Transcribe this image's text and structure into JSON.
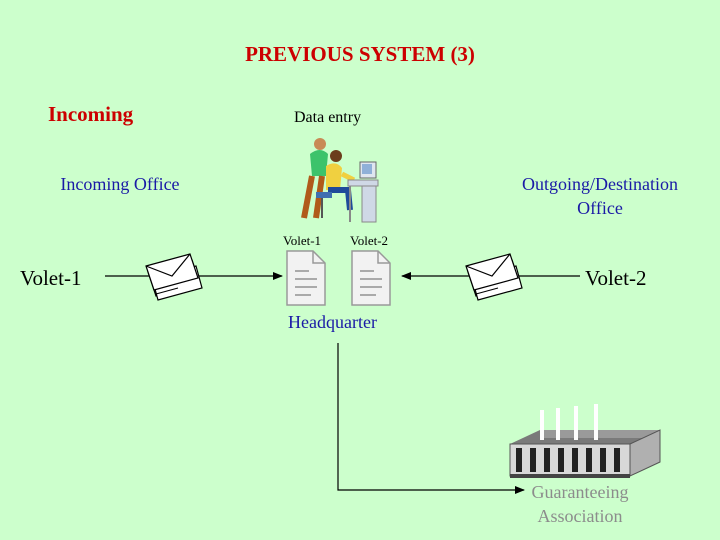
{
  "title": "PREVIOUS SYSTEM (3)",
  "incoming_label": "Incoming",
  "data_entry_label": "Data entry",
  "incoming_office": "Incoming Office",
  "outgoing_office": "Outgoing/Destination Office",
  "doc_label_1": "Volet-1",
  "doc_label_2": "Volet-2",
  "flow_left_label": "Volet-1",
  "flow_right_label": "Volet-2",
  "headquarter_label": "Headquarter",
  "guarantee_label": "Guaranteeing Association",
  "colors": {
    "heading": "#cc0000",
    "office_text": "#1a1aa6",
    "background": "#ccffcc",
    "muted": "#8c8c8c"
  },
  "icons": [
    "computer-workers-icon",
    "envelope-stack-icon",
    "document-icon",
    "building-icon"
  ]
}
